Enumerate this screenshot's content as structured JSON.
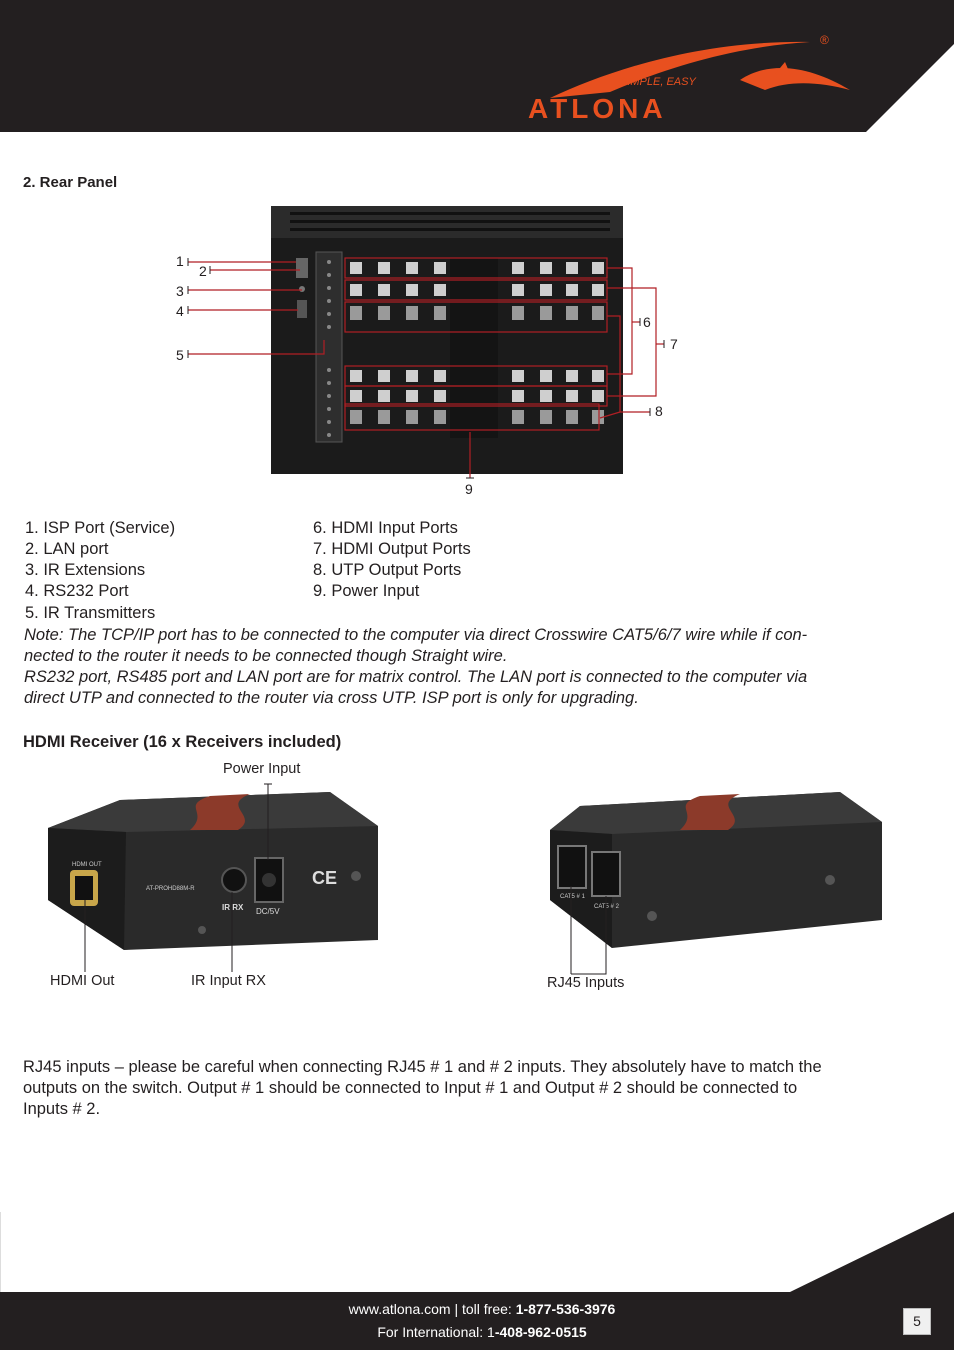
{
  "header": {
    "brand": "ATLONA",
    "tagline": "SIMPLE, EASY",
    "registered": "®",
    "colors": {
      "bar": "#231f20",
      "accent": "#e8501f"
    }
  },
  "rear_panel": {
    "heading": "2. Rear Panel",
    "callout_numbers": [
      "1",
      "2",
      "3",
      "4",
      "5",
      "6",
      "7",
      "8",
      "9"
    ],
    "items_left": [
      "1. ISP Port (Service)",
      "2. LAN port",
      "3. IR Extensions",
      "4. RS232 Port",
      "5. IR Transmitters"
    ],
    "items_right": [
      "6. HDMI Input Ports",
      "7. HDMI Output Ports",
      "8. UTP Output Ports",
      "9. Power Input"
    ],
    "note_line1": "Note: The TCP/IP port has to be connected to the computer via direct Crosswire CAT5/6/7 wire while if con-",
    "note_line2": "nected to the router it needs to be connected though Straight wire.",
    "note_line3": "RS232 port, RS485 port and LAN port are for matrix control. The LAN port is connected to the computer via",
    "note_line4": "direct UTP and connected to the router via cross UTP. ISP port is only for upgrading."
  },
  "receiver": {
    "heading": "HDMI Receiver (16 x Receivers included)",
    "label_power": "Power Input",
    "label_hdmi_out": "HDMI Out",
    "label_ir": "IR Input RX",
    "label_rj45": "RJ45 Inputs",
    "device_text_hdmi": "HDMI OUT",
    "device_text_model": "AT-PROHD88M-R",
    "device_text_ir": "IR RX",
    "device_text_dc": "DC/5V",
    "device_text_cat1": "CAT5 # 1",
    "device_text_cat2": "CAT5 # 2",
    "device_text_ce": "CE"
  },
  "paragraph": {
    "line1": "RJ45 inputs – please be careful when connecting RJ45 # 1 and # 2 inputs. They absolutely have to match the",
    "line2": "outputs on the switch. Output # 1 should be connected to Input # 1 and Output # 2 should be connected to",
    "line3": "Inputs # 2."
  },
  "footer": {
    "line1_prefix": "www.atlona.com | toll free: ",
    "line1_phone": "1-877-536-3976",
    "line2_prefix": "For International: 1",
    "line2_phone": "-408-962-0515",
    "page_number": "5"
  }
}
